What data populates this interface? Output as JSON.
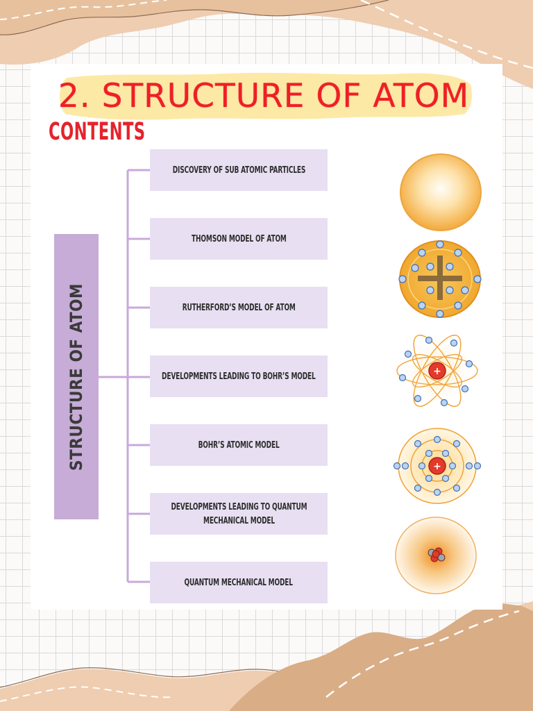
{
  "title": "2. STRUCTURE OF ATOM",
  "contents_heading": "CONTENTS",
  "root_label": "STRUCTURE OF ATOM",
  "topics": [
    {
      "line1": "DISCOVERY OF SUB ATOMIC PARTICLES",
      "line2": ""
    },
    {
      "line1": "THOMSON MODEL OF ATOM",
      "line2": ""
    },
    {
      "line1": "RUTHERFORD’S MODEL OF ATOM",
      "line2": ""
    },
    {
      "line1": "DEVELOPMENTS LEADING TO BOHR’S MODEL",
      "line2": ""
    },
    {
      "line1": "BOHR’S ATOMIC MODEL",
      "line2": ""
    },
    {
      "line1": "DEVELOPMENTS LEADING TO QUANTUM",
      "line2": "MECHANICAL MODEL"
    },
    {
      "line1": "QUANTUM MECHANICAL MODEL",
      "line2": ""
    }
  ],
  "illustrations": [
    "uniform-sphere-icon",
    "thomson-plum-pudding-icon",
    "rutherford-atom-icon",
    "bohr-atom-icon",
    "electron-cloud-icon"
  ],
  "colors": {
    "title_red": "#ee1f26",
    "highlight_yellow": "#fde9a6",
    "root_purple": "#c6acd6",
    "topic_lavender": "#e8dff2",
    "connector": "#c9a9d9",
    "decor_tan": "#d9ad86",
    "decor_peach": "#efcdb0"
  }
}
